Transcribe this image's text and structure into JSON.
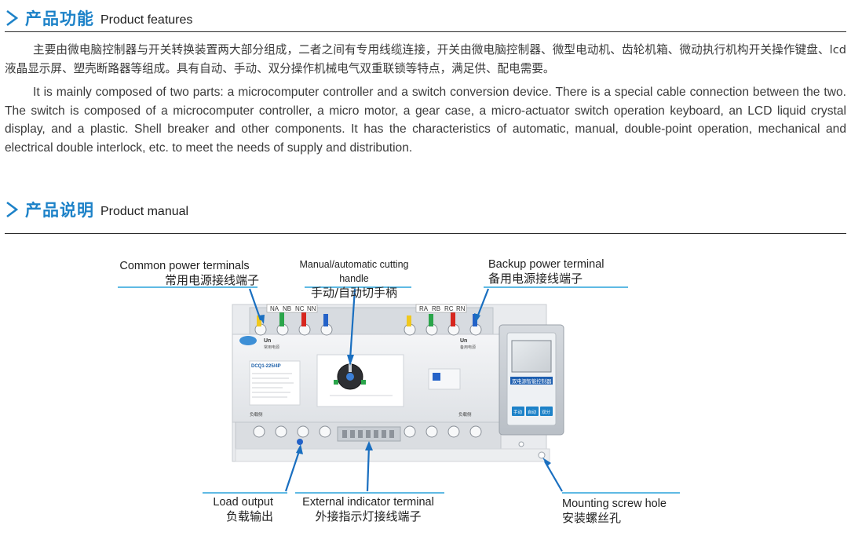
{
  "features": {
    "title_cn": "产品功能",
    "title_en": "Product features",
    "para_cn": "主要由微电脑控制器与开关转换装置两大部分组成，二者之间有专用线缆连接，开关由微电脑控制器、微型电动机、齿轮机箱、微动执行机构开关操作键盘、lcd液晶显示屏、塑壳断路器等组成。具有自动、手动、双分操作机械电气双重联锁等特点，满足供、配电需要。",
    "para_en": "It is mainly composed of two parts: a microcomputer controller and a switch conversion device. There is a special cable connection between the two. The switch is composed of a microcomputer controller, a micro motor, a gear case, a micro-actuator switch operation keyboard, an LCD liquid crystal display, and a plastic. Shell breaker and other components. It has the characteristics of automatic, manual, double-point operation, mechanical and electrical double interlock, etc. to meet the needs of supply and distribution."
  },
  "manual": {
    "title_cn": "产品说明",
    "title_en": "Product manual"
  },
  "callouts": {
    "common_power": {
      "en": "Common power terminals",
      "cn": "常用电源接线端子"
    },
    "manual_handle": {
      "en": "Manual/automatic cutting handle",
      "cn": "手动/自动切手柄"
    },
    "backup_power": {
      "en": "Backup power terminal",
      "cn": "备用电源接线端子"
    },
    "load_output": {
      "en": "Load output",
      "cn": "负载输出"
    },
    "indicator": {
      "en": "External indicator terminal",
      "cn": "外接指示灯接线端子"
    },
    "screw_hole": {
      "en": "Mounting screw hole",
      "cn": "安装螺丝孔"
    }
  },
  "device": {
    "terminal_labels_left": [
      "NA",
      "NB",
      "NC",
      "NN"
    ],
    "terminal_labels_right": [
      "RA",
      "RB",
      "RC",
      "RN"
    ],
    "controller_buttons": [
      "手动",
      "自动",
      "双分"
    ],
    "controller_title": "双电源智能控制器",
    "model": "DCQ1-225/4P",
    "un_left": "Un",
    "un_left_sub": "常用电源",
    "un_right": "Un",
    "un_right_sub": "备用电源",
    "load_left": "负载侧",
    "load_right": "负载侧"
  },
  "colors": {
    "accent": "#1d82c8",
    "callout_line": "#2aa3dc",
    "arrow": "#1a6fc0"
  }
}
